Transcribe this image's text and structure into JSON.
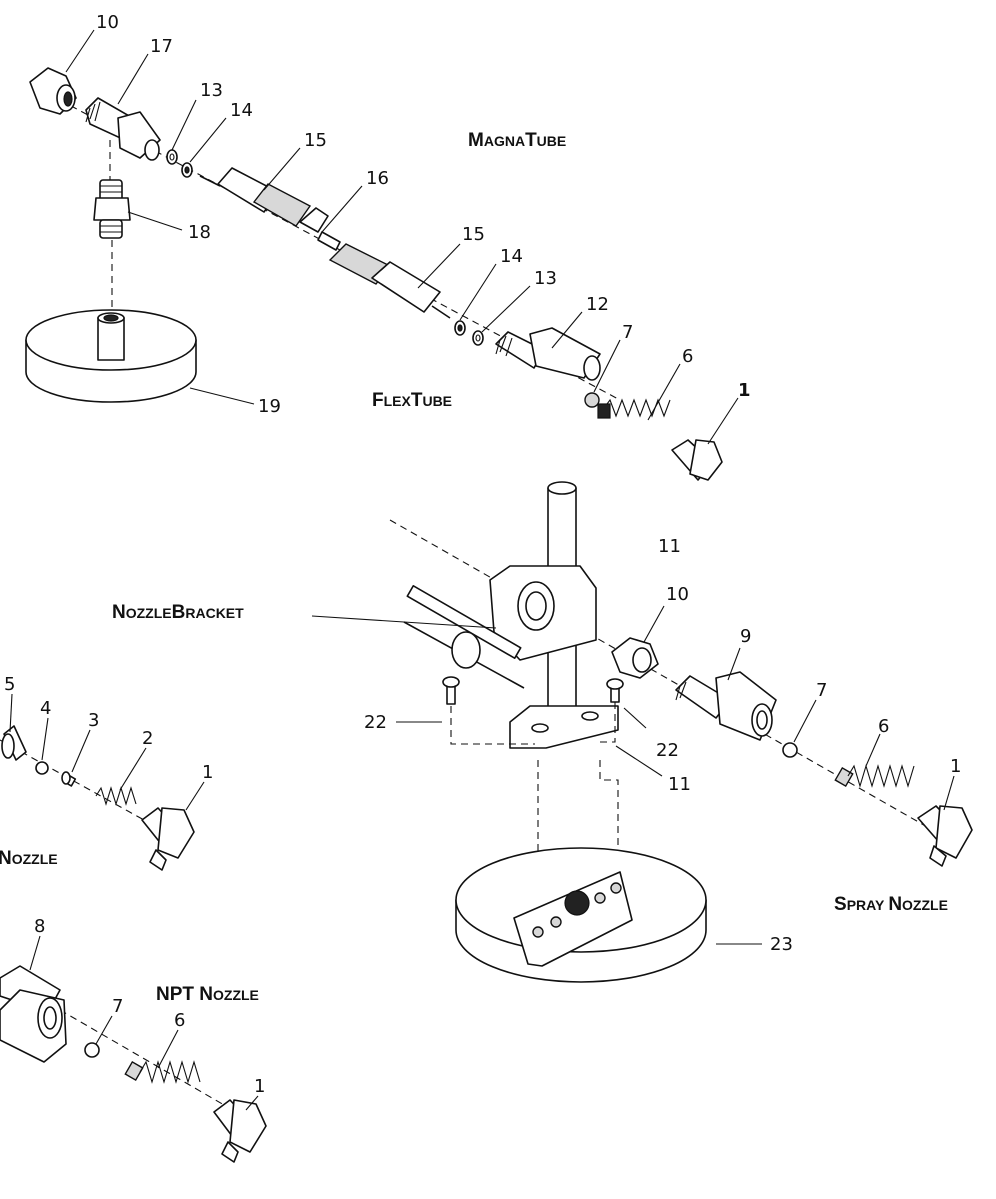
{
  "assemblies": {
    "magnatube": {
      "cap": "M",
      "rest": "AGNA",
      "cap2": "T",
      "rest2": "UBE"
    },
    "flextube": {
      "cap": "F",
      "rest": "LEX",
      "cap2": "T",
      "rest2": "UBE"
    },
    "nozzle_bracket": {
      "cap": "N",
      "rest": "OZZLE",
      "cap2": "B",
      "rest2": "RACKET"
    },
    "spray_nozzle": {
      "cap": "S",
      "rest": "PRAY",
      "cap2": "N",
      "rest2": "OZZLE"
    },
    "left_nozzle": {
      "cap": "N",
      "rest": "OZZLE"
    },
    "npt_nozzle": {
      "prefix": "NPT ",
      "cap": "N",
      "rest": "OZZLE"
    }
  },
  "callouts": {
    "c10_top": "10",
    "c17": "17",
    "c13_top": "13",
    "c14_top": "14",
    "c15_top": "15",
    "c16": "16",
    "c18": "18",
    "c19": "19",
    "c15_mid": "15",
    "c14_mid": "14",
    "c13_mid": "13",
    "c12": "12",
    "c7_mid": "7",
    "c6_mid": "6",
    "c1_top": "1",
    "c11_top": "11",
    "c10_mid": "10",
    "c9": "9",
    "c7_right": "7",
    "c6_right": "6",
    "c1_right": "1",
    "c22_left": "22",
    "c22_right": "22",
    "c11_bot": "11",
    "c23": "23",
    "c5": "5",
    "c4": "4",
    "c3": "3",
    "c2": "2",
    "c1_left": "1",
    "c8": "8",
    "c7_bot": "7",
    "c6_bot": "6",
    "c1_bot": "1"
  }
}
